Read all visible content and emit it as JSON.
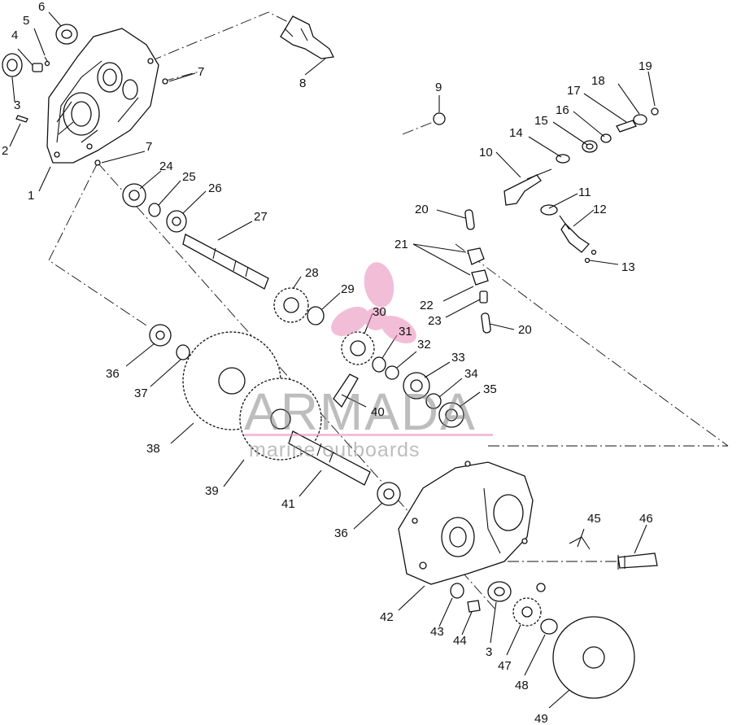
{
  "callouts": [
    {
      "id": "c1",
      "text": "1"
    },
    {
      "id": "c2",
      "text": "2"
    },
    {
      "id": "c3a",
      "text": "3"
    },
    {
      "id": "c4",
      "text": "4"
    },
    {
      "id": "c5",
      "text": "5"
    },
    {
      "id": "c6",
      "text": "6"
    },
    {
      "id": "c7a",
      "text": "7"
    },
    {
      "id": "c7b",
      "text": "7"
    },
    {
      "id": "c8",
      "text": "8"
    },
    {
      "id": "c9",
      "text": "9"
    },
    {
      "id": "c10",
      "text": "10"
    },
    {
      "id": "c11",
      "text": "11"
    },
    {
      "id": "c12",
      "text": "12"
    },
    {
      "id": "c13",
      "text": "13"
    },
    {
      "id": "c14",
      "text": "14"
    },
    {
      "id": "c15",
      "text": "15"
    },
    {
      "id": "c16",
      "text": "16"
    },
    {
      "id": "c17",
      "text": "17"
    },
    {
      "id": "c18",
      "text": "18"
    },
    {
      "id": "c19",
      "text": "19"
    },
    {
      "id": "c20a",
      "text": "20"
    },
    {
      "id": "c20b",
      "text": "20"
    },
    {
      "id": "c21",
      "text": "21"
    },
    {
      "id": "c22",
      "text": "22"
    },
    {
      "id": "c23",
      "text": "23"
    },
    {
      "id": "c24",
      "text": "24"
    },
    {
      "id": "c25",
      "text": "25"
    },
    {
      "id": "c26",
      "text": "26"
    },
    {
      "id": "c27",
      "text": "27"
    },
    {
      "id": "c28",
      "text": "28"
    },
    {
      "id": "c29",
      "text": "29"
    },
    {
      "id": "c30",
      "text": "30"
    },
    {
      "id": "c31",
      "text": "31"
    },
    {
      "id": "c32",
      "text": "32"
    },
    {
      "id": "c33",
      "text": "33"
    },
    {
      "id": "c34",
      "text": "34"
    },
    {
      "id": "c35",
      "text": "35"
    },
    {
      "id": "c36a",
      "text": "36"
    },
    {
      "id": "c36b",
      "text": "36"
    },
    {
      "id": "c37",
      "text": "37"
    },
    {
      "id": "c38",
      "text": "38"
    },
    {
      "id": "c39",
      "text": "39"
    },
    {
      "id": "c40",
      "text": "40"
    },
    {
      "id": "c41",
      "text": "41"
    },
    {
      "id": "c42",
      "text": "42"
    },
    {
      "id": "c43",
      "text": "43"
    },
    {
      "id": "c44",
      "text": "44"
    },
    {
      "id": "c3b",
      "text": "3"
    },
    {
      "id": "c45",
      "text": "45"
    },
    {
      "id": "c46",
      "text": "46"
    },
    {
      "id": "c47",
      "text": "47"
    },
    {
      "id": "c48",
      "text": "48"
    },
    {
      "id": "c49",
      "text": "49"
    }
  ],
  "watermark": {
    "brand": "ARMADA",
    "tagline": "marine outboards",
    "accent_color": "#e889b8",
    "text_color": "#8a8a8a"
  }
}
